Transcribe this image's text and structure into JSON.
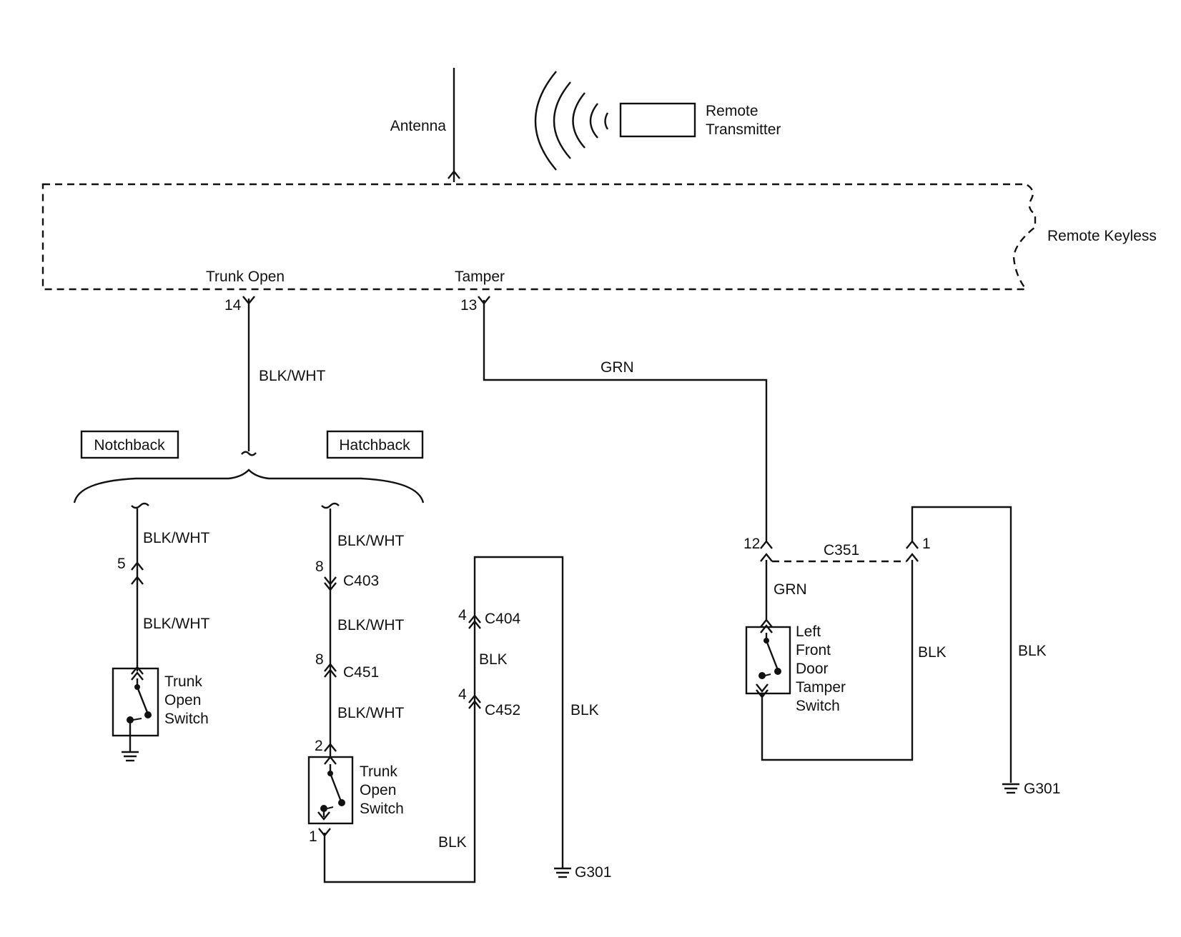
{
  "header": {
    "antenna_label": "Antenna",
    "transmitter_label_line1": "Remote",
    "transmitter_label_line2": "Transmitter",
    "module_label": "Remote Keyless"
  },
  "module_pins": {
    "trunk_open_name": "Trunk Open",
    "trunk_open_pin": "14",
    "tamper_name": "Tamper",
    "tamper_pin": "13"
  },
  "wires": {
    "blk_wht": "BLK/WHT",
    "grn": "GRN",
    "blk": "BLK"
  },
  "variants": {
    "notchback": "Notchback",
    "hatchback": "Hatchback"
  },
  "notchback_branch": {
    "pin": "5",
    "switch_line1": "Trunk",
    "switch_line2": "Open",
    "switch_line3": "Switch"
  },
  "hatchback_branch": {
    "c403_pin": "8",
    "c403": "C403",
    "c451_pin": "8",
    "c451": "C451",
    "switch_pin_top": "2",
    "switch_pin_bottom": "1",
    "switch_line1": "Trunk",
    "switch_line2": "Open",
    "switch_line3": "Switch",
    "c404_pin": "4",
    "c404": "C404",
    "c452_pin": "4",
    "c452": "C452",
    "ground": "G301"
  },
  "tamper_branch": {
    "c351_pin_left": "12",
    "c351": "C351",
    "c351_pin_right": "1",
    "switch_line1": "Left",
    "switch_line2": "Front",
    "switch_line3": "Door",
    "switch_line4": "Tamper",
    "switch_line5": "Switch",
    "ground": "G301"
  }
}
